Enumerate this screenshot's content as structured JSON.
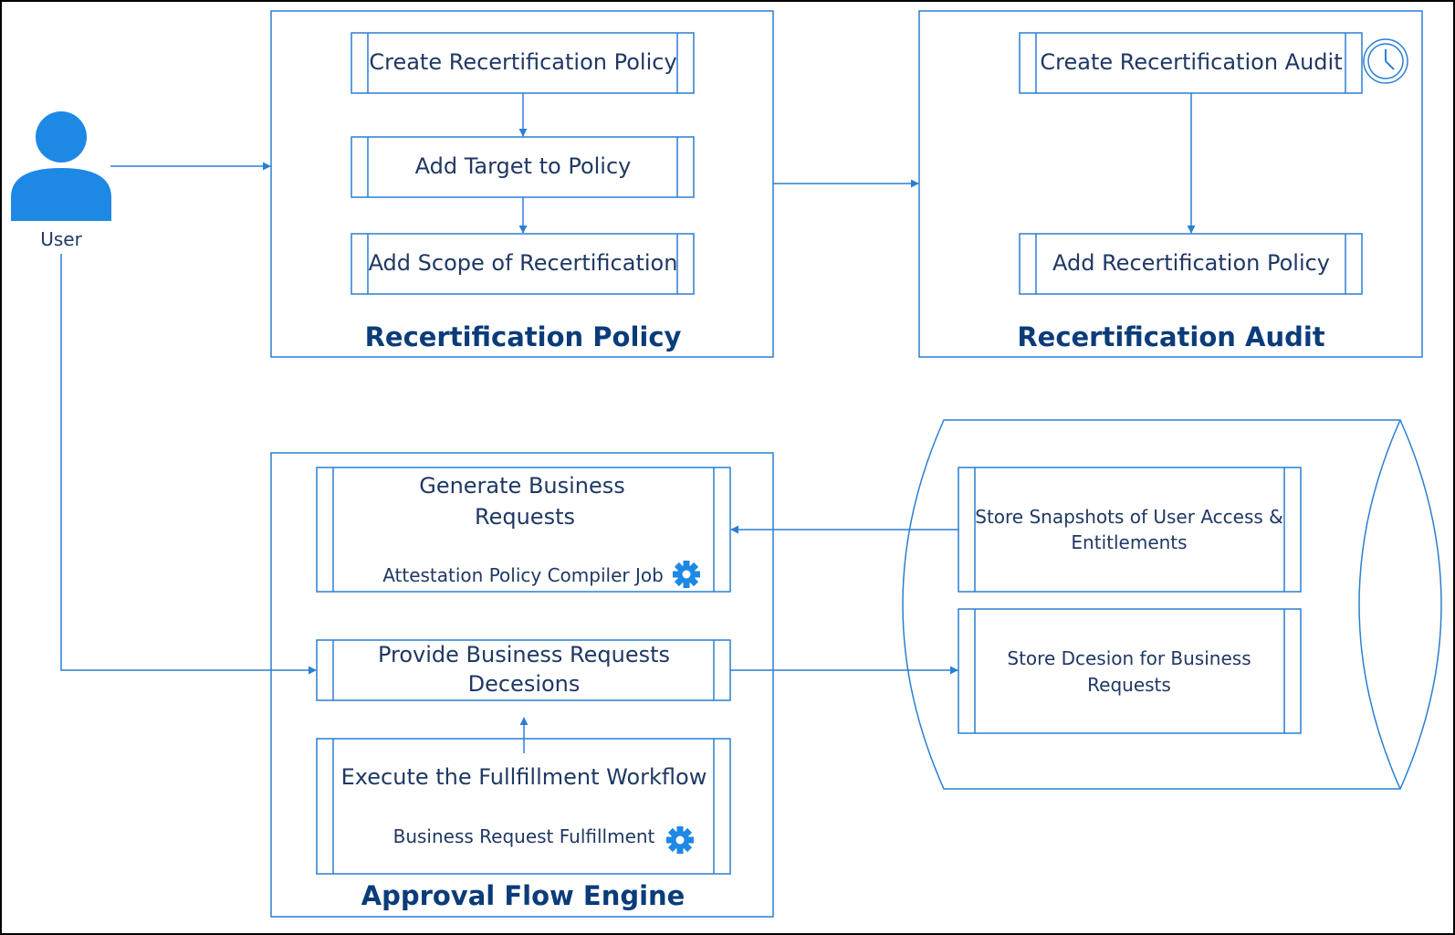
{
  "colors": {
    "line": "#2a7fd4",
    "text": "#1f3864",
    "title": "#0b3c7a",
    "icon_fill": "#1e88e5",
    "frame": "#000000"
  },
  "user": {
    "label": "User",
    "icon": "user-icon"
  },
  "groups": {
    "policy": {
      "title": "Recertification Policy",
      "steps": [
        "Create Recertification Policy",
        "Add Target to Policy",
        "Add Scope of Recertification"
      ]
    },
    "audit": {
      "title": "Recertification Audit",
      "steps": [
        "Create Recertification Audit",
        "Add Recertification Policy"
      ],
      "icon": "clock-icon"
    },
    "approval": {
      "title": "Approval Flow Engine",
      "generate": {
        "line1": "Generate Business",
        "line2": "Requests",
        "sub": "Attestation Policy Compiler Job",
        "icon": "gear-icon"
      },
      "provide": {
        "line1": "Provide Business Requests",
        "line2": "Decesions"
      },
      "execute": {
        "line1": "Execute the Fullfillment Workflow",
        "sub": "Business Request Fulfillment",
        "icon": "gear-icon"
      }
    },
    "store": {
      "icon": "database-cylinder",
      "snapshots": {
        "line1": "Store Snapshots of User Access &",
        "line2": "Entitlements"
      },
      "decision": {
        "line1": "Store Dcesion for Business",
        "line2": "Requests"
      }
    }
  }
}
